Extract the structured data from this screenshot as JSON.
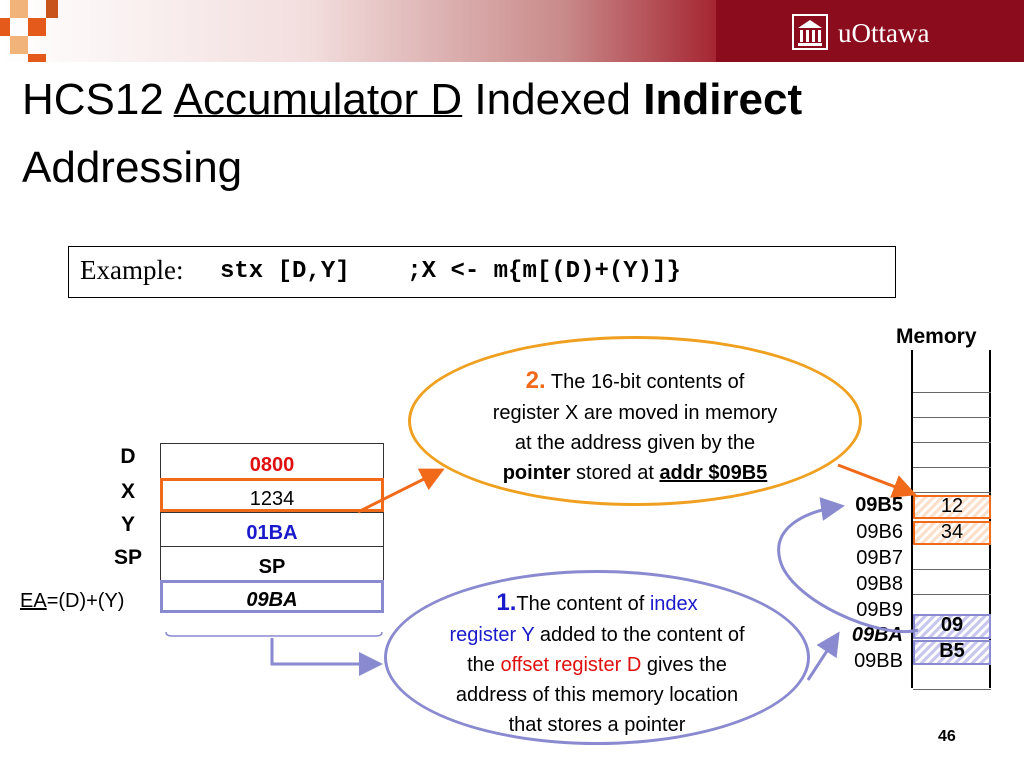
{
  "header": {
    "logo_text": "uOttawa"
  },
  "title": {
    "part1": "HCS12 ",
    "part2": "Accumulator D",
    "part3": " Indexed ",
    "part4": "Indirect",
    "line2": "Addressing"
  },
  "example": {
    "label": "Example: ",
    "code": "stx [D,Y]    ;X <- m{m[(D)+(Y)]}"
  },
  "registers": {
    "labels": [
      "D",
      "X",
      "Y",
      "SP"
    ],
    "values": [
      "0800",
      "1234",
      "01BA",
      "SP",
      "09BA"
    ],
    "ea_prefix": "EA",
    "ea_suffix": "=(D)+(Y)"
  },
  "memory": {
    "title": "Memory",
    "addresses": [
      "09B5",
      "09B6",
      "09B7",
      "09B8",
      "09B9",
      "09BA",
      "09BB"
    ],
    "values": [
      "12",
      "34",
      "09",
      "B5"
    ]
  },
  "callout2": {
    "num": "2.",
    "line1": " The 16-bit contents of",
    "line2": "register X are moved in memory",
    "line3": "at the address given by the",
    "line4a": "pointer",
    "line4b": " stored at ",
    "line4c": "addr $09B5"
  },
  "callout1": {
    "num": "1.",
    "line1a": "The content of ",
    "line1b": "index",
    "line2a": "register Y",
    "line2b": " added to the content of",
    "line3a": "the ",
    "line3b": "offset register D",
    "line3c": " gives the",
    "line4": "address of this memory location",
    "line5": "that stores a pointer"
  },
  "page_number": "46",
  "colors": {
    "red": "#e01010",
    "blue": "#1a1acc",
    "orange": "#f06a1a",
    "lavender": "#8a8ad0",
    "maroon": "#8b0d1d"
  }
}
